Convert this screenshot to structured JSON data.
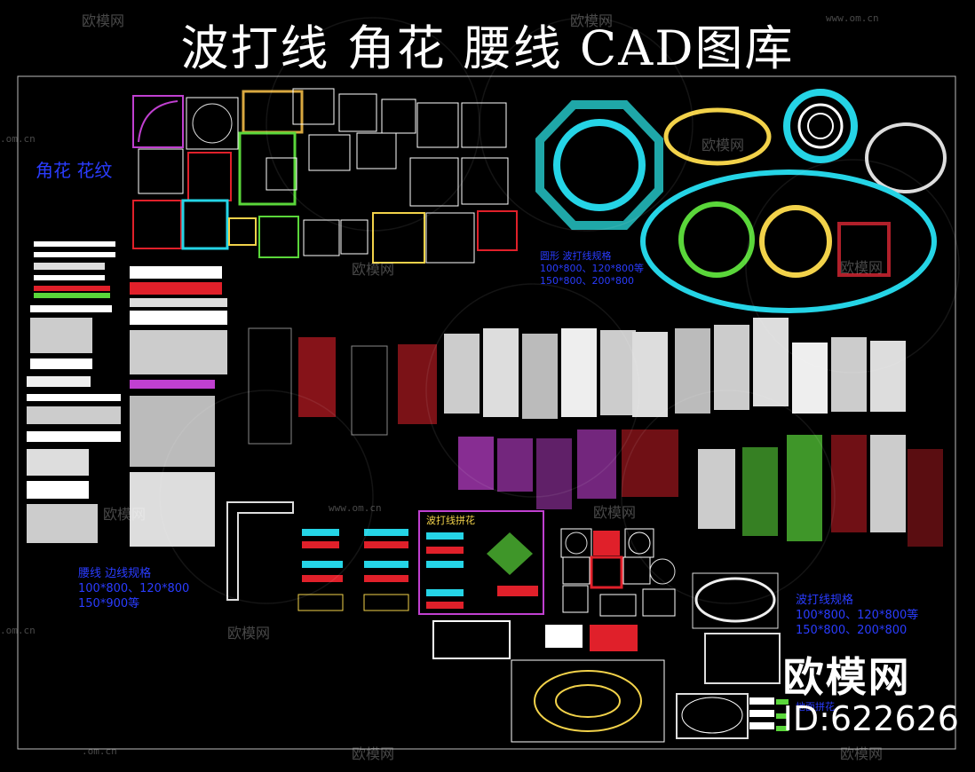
{
  "title": "波打线 角花 腰线 CAD图库",
  "labels": {
    "corner": "角花 花纹",
    "waist_title": "腰线 边线规格",
    "waist_spec1": "100*800、120*800",
    "waist_spec2": "150*900等",
    "wave_title": "波打线规格",
    "wave_spec1": "100*800、120*800等",
    "wave_spec2": "150*800、200*800",
    "round_title": "圆形 波打线规格",
    "round_spec1": "100*800、120*800等",
    "round_spec2": "150*800、200*800",
    "mid_box": "波打线拼花",
    "floor": "地面拼花"
  },
  "watermark": {
    "brand": "欧模网",
    "url": "www.om.cn",
    "url_short": ".om.cn"
  },
  "logo": {
    "name": "欧模网",
    "id": "ID:622626"
  },
  "colors": {
    "background": "#000000",
    "cyan": "#25d4e6",
    "yellow": "#f2d24a",
    "green": "#5ad63a",
    "red": "#e0202a",
    "magenta": "#c040d0",
    "blue_text": "#2a3cff"
  }
}
